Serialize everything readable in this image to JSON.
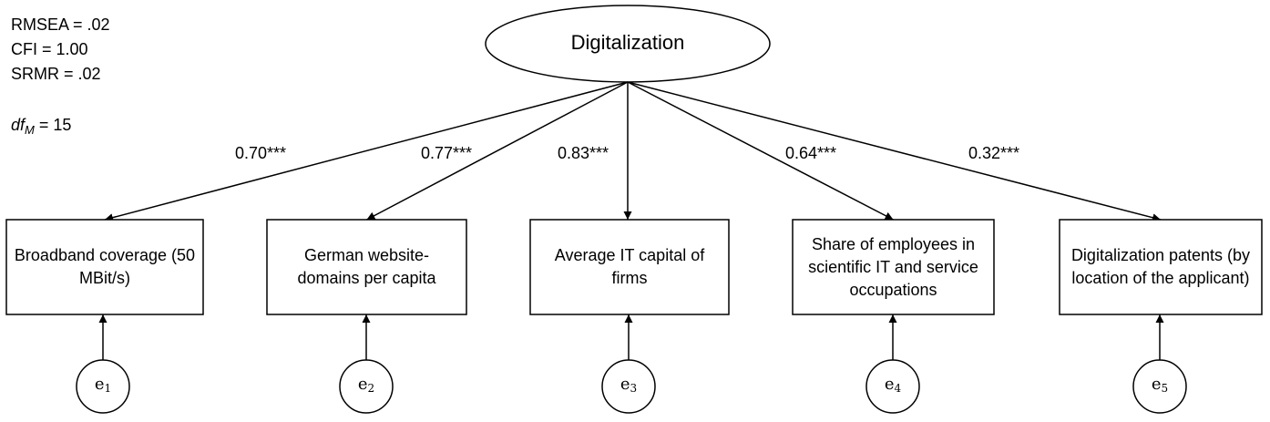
{
  "fit_indices": {
    "rmsea": "RMSEA = .02",
    "cfi": "CFI = 1.00",
    "srmr": "SRMR = .02",
    "df_label": "df",
    "df_sub": "M",
    "df_value": " = 15"
  },
  "latent": {
    "label": "Digitalization"
  },
  "indicators": [
    {
      "label": "Broadband coverage (50 MBit/s)",
      "loading": "0.70***",
      "error_base": "e",
      "error_sub": "1"
    },
    {
      "label": "German website-domains per capita",
      "loading": "0.77***",
      "error_base": "e",
      "error_sub": "2"
    },
    {
      "label": "Average IT capital of firms",
      "loading": "0.83***",
      "error_base": "e",
      "error_sub": "3"
    },
    {
      "label": "Share of employees in scientific IT and service occupations",
      "loading": "0.64***",
      "error_base": "e",
      "error_sub": "4"
    },
    {
      "label": "Digitalization patents (by location of the applicant)",
      "loading": "0.32***",
      "error_base": "e",
      "error_sub": "5"
    }
  ]
}
